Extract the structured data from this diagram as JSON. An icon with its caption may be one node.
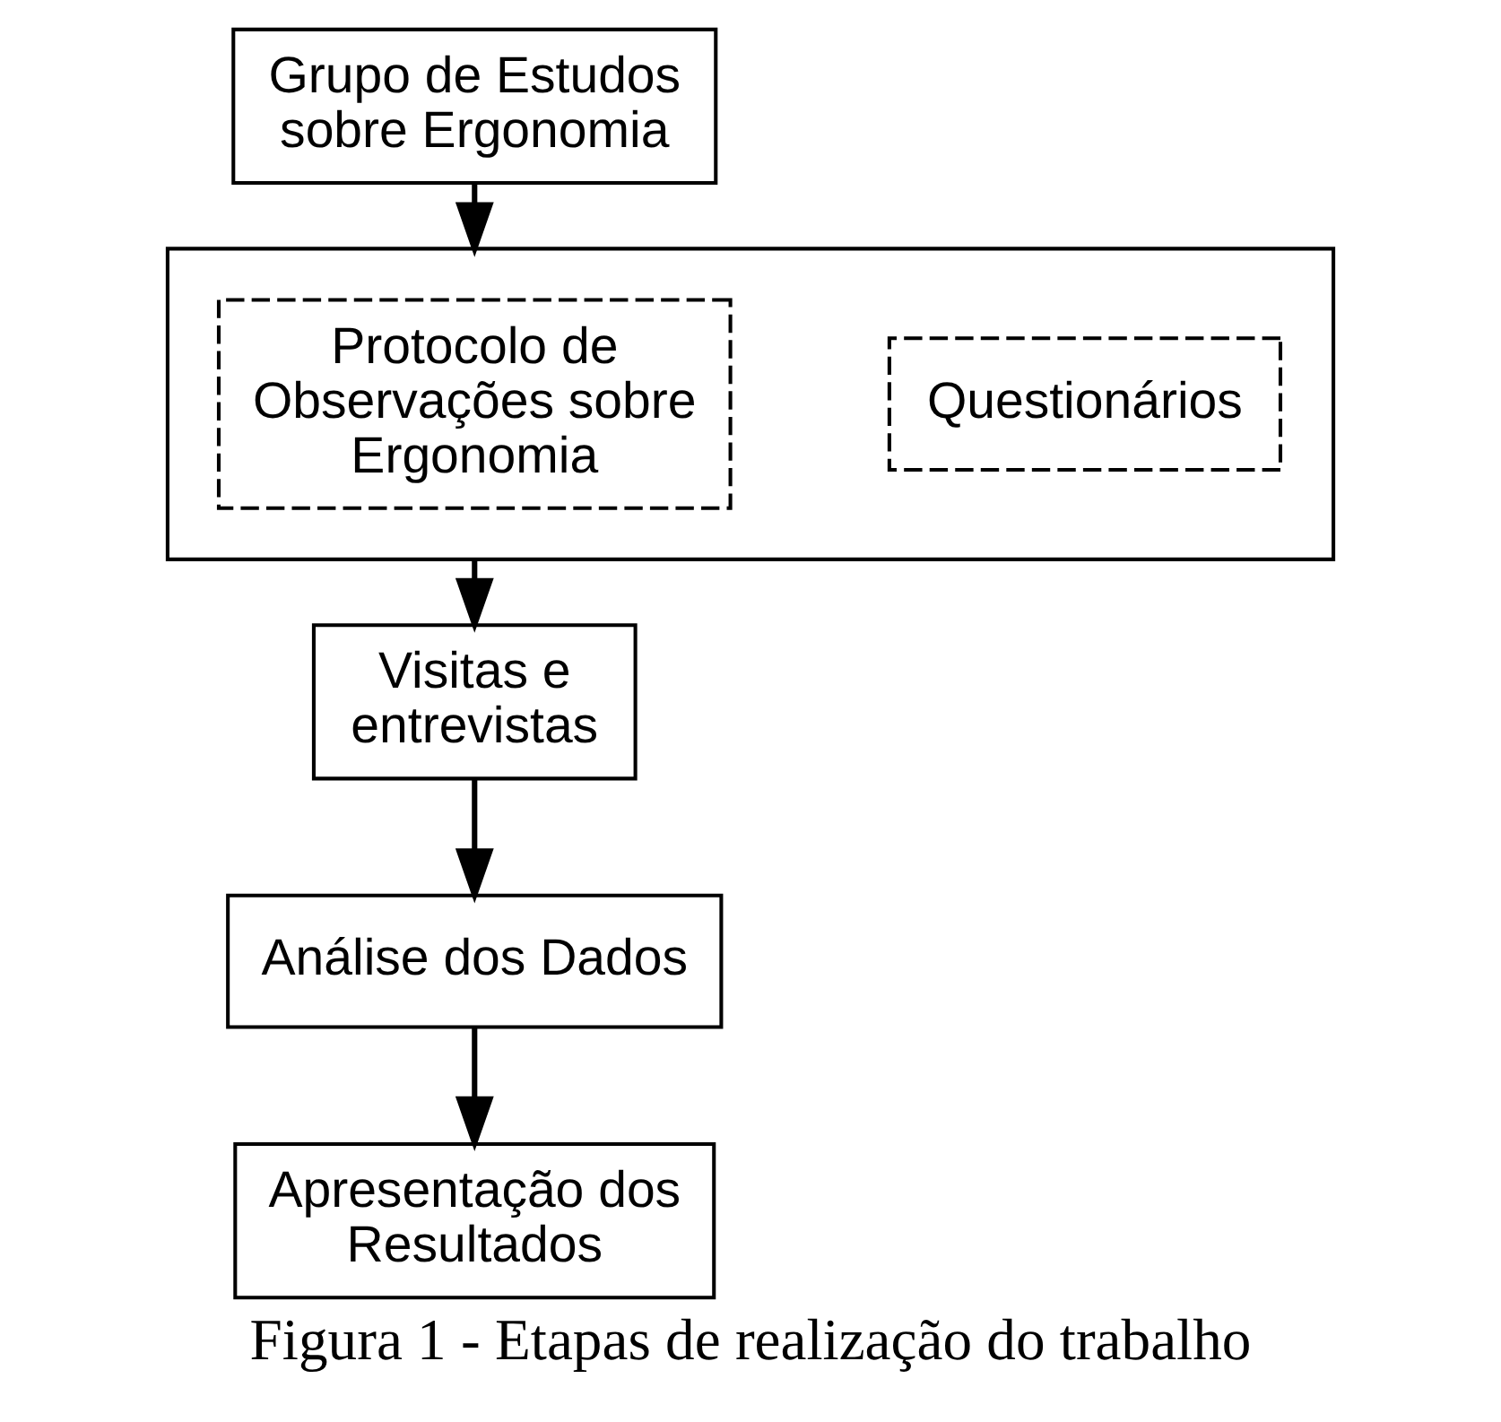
{
  "diagram": {
    "caption": "Figura 1 - Etapas de realização do trabalho",
    "nodes": [
      {
        "text": [
          "Grupo de Estudos sobre Ergonomia"
        ]
      },
      {
        "text": [],
        "shape": "box"
      },
      {
        "text": [
          "Protocolo de Observações sobre Ergonomia"
        ],
        "in": 1
      },
      {
        "text": [
          "Questionários"
        ],
        "in": 1
      },
      {
        "text": [
          "Visitas e entrevistas"
        ]
      },
      {
        "text": [
          "Análise dos Dados"
        ]
      },
      {
        "text": [
          "Apresentação dos Resultados"
        ]
      }
    ],
    "edges": [
      {
        "from": 0,
        "to": 1,
        "arrow": "to"
      },
      {
        "from": 1,
        "to": 4,
        "arrow": "to"
      },
      {
        "from": 4,
        "to": 5,
        "arrow": "to"
      },
      {
        "from": 5,
        "to": 6,
        "arrow": "to"
      }
    ]
  }
}
